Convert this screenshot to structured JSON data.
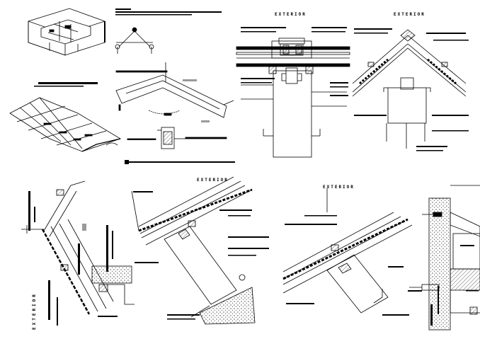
{
  "sheet": {
    "background": "#ffffff",
    "ink": "#000000",
    "accent_gray": "#9a9a9a"
  },
  "labels": {
    "exterior_top_center": "EXTERIOR",
    "exterior_top_right": "EXTERIOR",
    "exterior_mid_left": "EXTERIOR",
    "exterior_mid_right": "EXTERIOR",
    "exterior_vertical": "EXTERIOR"
  }
}
